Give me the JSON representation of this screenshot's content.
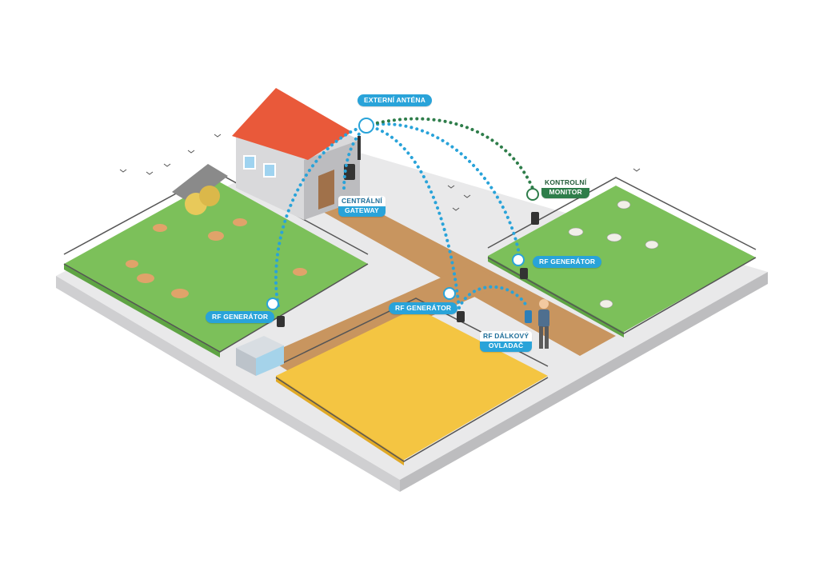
{
  "labels": {
    "external_antenna": "EXTERNÍ ANTÉNA",
    "central_gateway_line1": "CENTRÁLNÍ",
    "central_gateway_line2": "GATEWAY",
    "control_monitor_line1": "KONTROLNÍ",
    "control_monitor_line2": "MONITOR",
    "rf_generator_left": "RF GENERÁTOR",
    "rf_generator_center": "RF GENERÁTOR",
    "rf_generator_right": "RF GENERÁTOR",
    "rf_remote_line1": "RF DÁLKOVÝ",
    "rf_remote_line2": "OVLADAČ"
  },
  "colors": {
    "grass": "#7cc05a",
    "grass_dark": "#5fa444",
    "wheat": "#f4c542",
    "path": "#c8955f",
    "platform": "#e7e7e8",
    "signal_blue": "#29a3d9",
    "signal_green": "#2e7d4a",
    "roof": "#e9593a"
  }
}
